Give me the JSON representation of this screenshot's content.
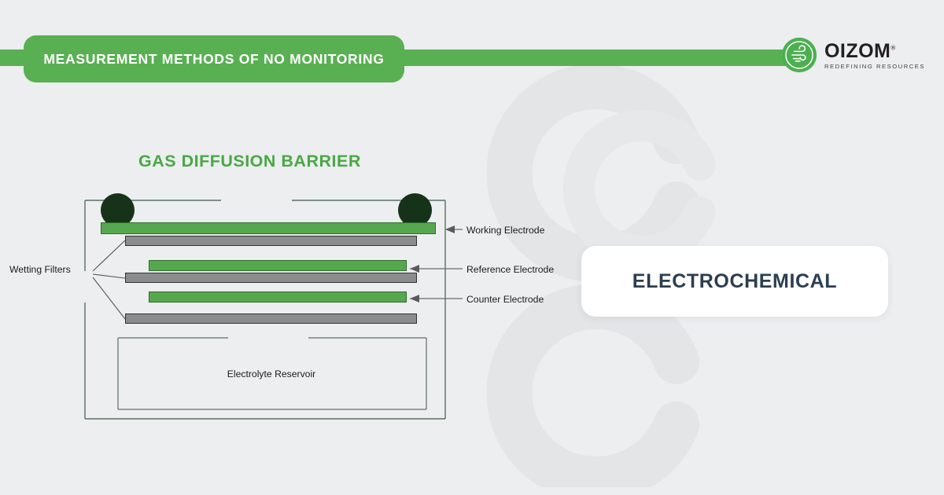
{
  "page": {
    "background_color": "#eceef0",
    "brand_green": "#59b052",
    "accent_green": "#4aa845",
    "navy": "#2c3e50"
  },
  "header": {
    "title": "MEASUREMENT METHODS OF NO MONITORING",
    "band_color": "#59b052",
    "pill_color": "#59b052",
    "title_color": "#ffffff"
  },
  "logo": {
    "mark_name": "oizom-wind-circle-icon",
    "wordmark": "OIZOM",
    "registered_mark": "®",
    "tagline": "REDEFINING RESOURCES",
    "mark_color": "#4caf50",
    "word_color": "#231f20"
  },
  "watermark": {
    "name": "oizom-swirl-watermark",
    "color": "#e6e8ea"
  },
  "diagram": {
    "title": "GAS DIFFUSION BARRIER",
    "title_color": "#4aa845",
    "outer_box_color": "#5b7060",
    "dots": [
      {
        "name": "gas-inlet-dot-left",
        "color": "#16331a"
      },
      {
        "name": "gas-inlet-dot-right",
        "color": "#16331a"
      }
    ],
    "layers": [
      {
        "name": "working-electrode-bar",
        "type": "green",
        "label": "Working Electrode"
      },
      {
        "name": "wetting-filter-bar-1",
        "type": "gray",
        "label": ""
      },
      {
        "name": "reference-electrode-bar",
        "type": "green",
        "label": "Reference Electrode"
      },
      {
        "name": "wetting-filter-bar-2",
        "type": "gray",
        "label": ""
      },
      {
        "name": "counter-electrode-bar",
        "type": "green",
        "label": "Counter Electrode"
      },
      {
        "name": "wetting-filter-bar-3",
        "type": "gray",
        "label": ""
      }
    ],
    "left_label": "Wetting Filters",
    "right_labels": [
      "Working Electrode",
      "Reference Electrode",
      "Counter Electrode"
    ],
    "reservoir_label": "Electrolyte Reservoir",
    "green_bar_color": "#56a84e",
    "gray_bar_color": "#8c8c8c"
  },
  "method_card": {
    "label": "ELECTROCHEMICAL",
    "background": "#ffffff",
    "text_color": "#2c3e50"
  }
}
